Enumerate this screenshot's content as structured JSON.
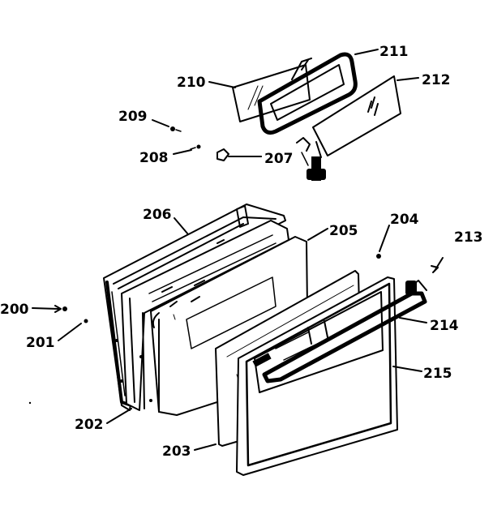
{
  "labels": {
    "p200": "200",
    "p201": "201",
    "p202": "202",
    "p203": "203",
    "p204": "204",
    "p205": "205",
    "p206": "206",
    "p207": "207",
    "p208": "208",
    "p209": "209",
    "p210": "210",
    "p211": "211",
    "p212": "212",
    "p213": "213",
    "p214": "214",
    "p215": "215"
  }
}
